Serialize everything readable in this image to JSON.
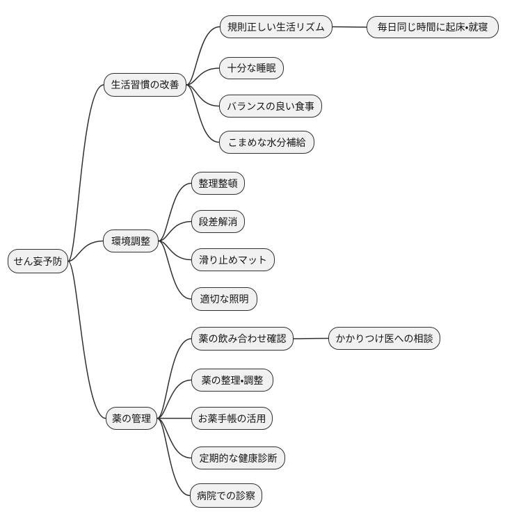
{
  "diagram": {
    "type": "mindmap",
    "direction": "left-to-right",
    "background_color": "#ffffff",
    "node_fill_color": "#f1f1f1",
    "node_border_color": "#2f2f2f",
    "edge_color": "#2f2f2f",
    "text_color": "#141414",
    "root_label": "せん妄予防",
    "nodes": [
      {
        "id": "n0",
        "label": "せん妄予防",
        "parent": null
      },
      {
        "id": "n1",
        "label": "生活習慣の改善",
        "parent": "n0"
      },
      {
        "id": "n2",
        "label": "規則正しい生活リズム",
        "parent": "n1"
      },
      {
        "id": "n3",
        "label": "毎日同じ時間に起床・就寝",
        "parent": "n2"
      },
      {
        "id": "n4",
        "label": "十分な睡眠",
        "parent": "n1"
      },
      {
        "id": "n5",
        "label": "バランスの良い食事",
        "parent": "n1"
      },
      {
        "id": "n6",
        "label": "こまめな水分補給",
        "parent": "n1"
      },
      {
        "id": "n7",
        "label": "環境調整",
        "parent": "n0"
      },
      {
        "id": "n8",
        "label": "整理整頓",
        "parent": "n7"
      },
      {
        "id": "n9",
        "label": "段差解消",
        "parent": "n7"
      },
      {
        "id": "n10",
        "label": "滑り止めマット",
        "parent": "n7"
      },
      {
        "id": "n11",
        "label": "適切な照明",
        "parent": "n7"
      },
      {
        "id": "n12",
        "label": "薬の管理",
        "parent": "n0"
      },
      {
        "id": "n13",
        "label": "薬の飲み合わせ確認",
        "parent": "n12"
      },
      {
        "id": "n14",
        "label": "かかりつけ医への相談",
        "parent": "n13"
      },
      {
        "id": "n15",
        "label": "薬の整理・調整",
        "parent": "n12"
      },
      {
        "id": "n16",
        "label": "お薬手帳の活用",
        "parent": "n12"
      },
      {
        "id": "n17",
        "label": "定期的な健康診断",
        "parent": "n12"
      },
      {
        "id": "n18",
        "label": "病院での診察",
        "parent": "n12"
      }
    ]
  }
}
